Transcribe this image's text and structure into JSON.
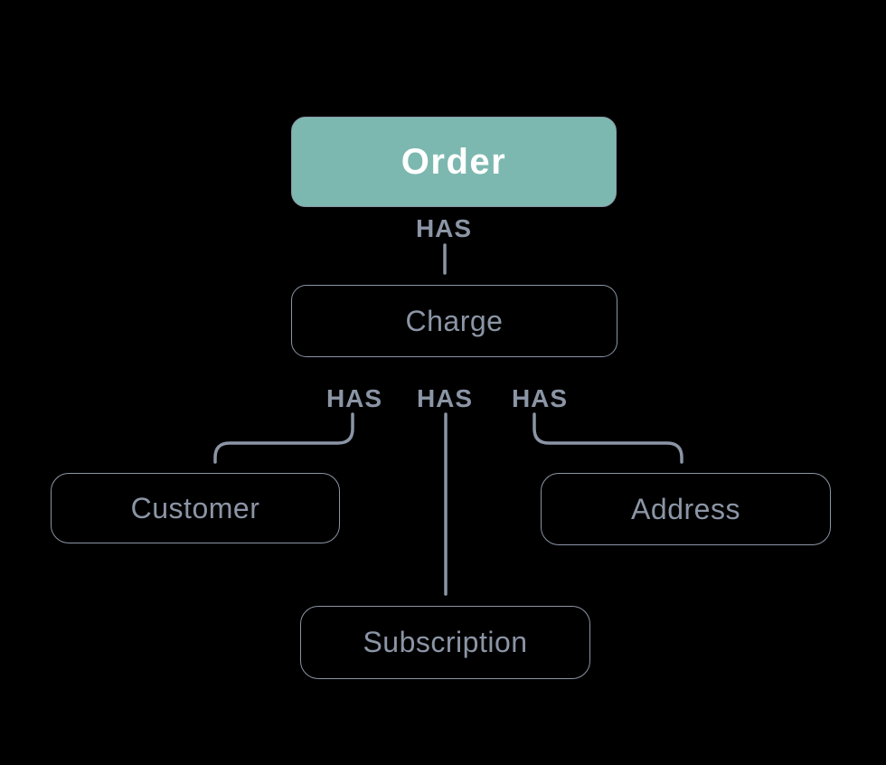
{
  "diagram": {
    "type": "entity-relationship",
    "colors": {
      "background": "#000000",
      "highlight_node_fill": "#7cb8b0",
      "highlight_node_text": "#ffffff",
      "stroke_and_text": "#8b95a5"
    },
    "nodes": {
      "order": {
        "label": "Order",
        "highlighted": true
      },
      "charge": {
        "label": "Charge",
        "highlighted": false
      },
      "customer": {
        "label": "Customer",
        "highlighted": false
      },
      "subscription": {
        "label": "Subscription",
        "highlighted": false
      },
      "address": {
        "label": "Address",
        "highlighted": false
      }
    },
    "edges": [
      {
        "from": "Order",
        "to": "Charge",
        "label": "HAS"
      },
      {
        "from": "Charge",
        "to": "Customer",
        "label": "HAS"
      },
      {
        "from": "Charge",
        "to": "Subscription",
        "label": "HAS"
      },
      {
        "from": "Charge",
        "to": "Address",
        "label": "HAS"
      }
    ]
  }
}
